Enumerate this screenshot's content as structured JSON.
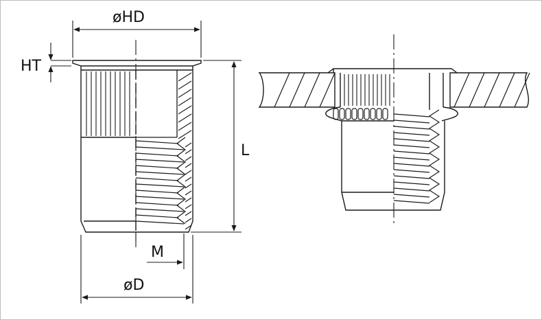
{
  "labels": {
    "head_diameter": "øHD",
    "head_thickness": "HT",
    "length": "L",
    "thread": "M",
    "diameter": "øD"
  },
  "colors": {
    "line": "#1a1a1a",
    "frame": "#bdbdbd",
    "background": "#ffffff"
  }
}
